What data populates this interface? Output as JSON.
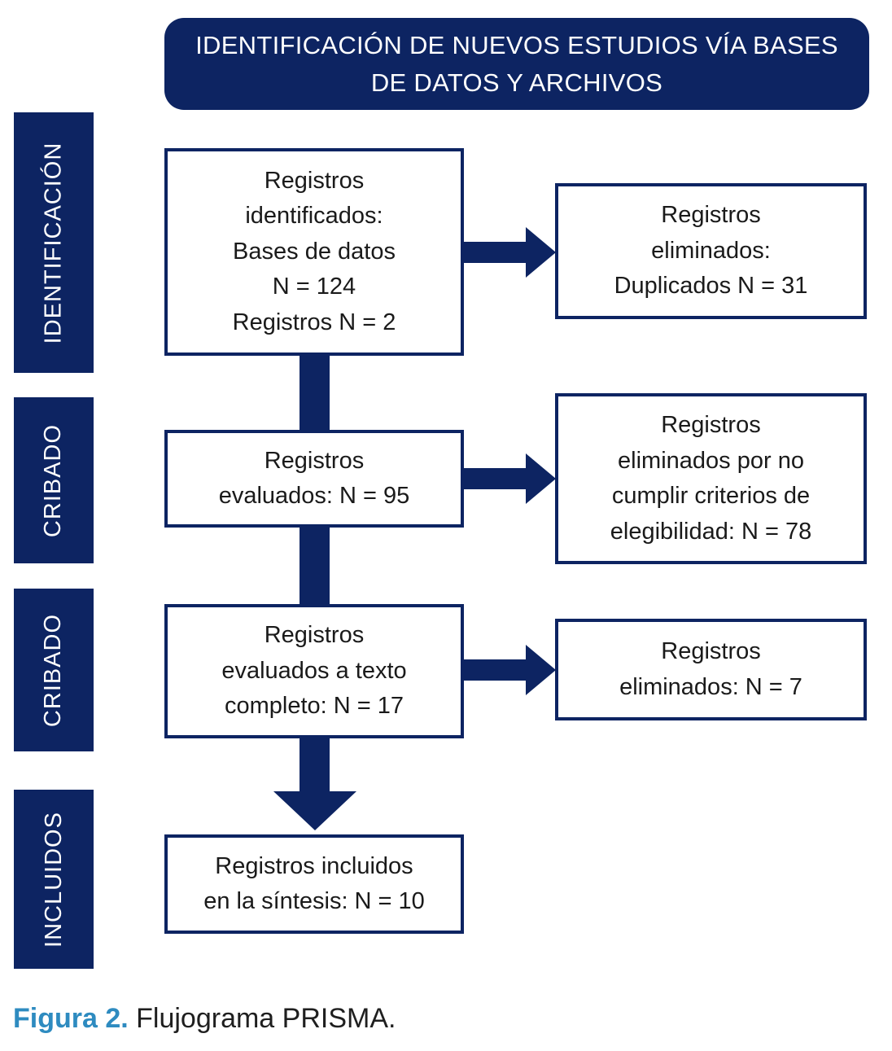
{
  "colors": {
    "navy": "#0d2462",
    "caption_blue": "#2e8bc0",
    "box_text": "#1a1a1a"
  },
  "banner": {
    "title": "IDENTIFICACIÓN DE NUEVOS ESTUDIOS VÍA BASES\nDE DATOS Y ARCHIVOS"
  },
  "stages": [
    "IDENTIFICACIÓN",
    "CRIBADO",
    "CRIBADO",
    "INCLUIDOS"
  ],
  "main_boxes": [
    {
      "text": "Registros\nidentificados:\nBases de datos\nN = 124\nRegistros N = 2"
    },
    {
      "text": "Registros\nevaluados: N = 95"
    },
    {
      "text": "Registros\nevaluados a texto\ncompleto: N = 17"
    },
    {
      "text": "Registros incluidos\nen la síntesis: N = 10"
    }
  ],
  "side_boxes": [
    {
      "text": "Registros\neliminados:\nDuplicados N = 31"
    },
    {
      "text": "Registros\neliminados por no\ncumplir criterios de\nelegibilidad: N = 78"
    },
    {
      "text": "Registros\neliminados: N = 7"
    }
  ],
  "caption": {
    "label": "Figura 2.",
    "text": " Flujograma PRISMA."
  }
}
